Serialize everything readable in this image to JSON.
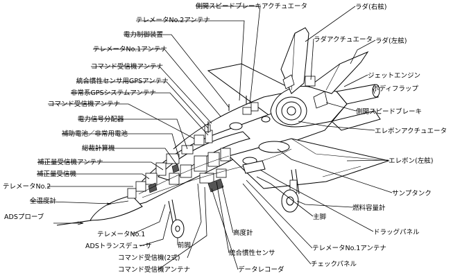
{
  "labels": [
    {
      "id": "side-speed-brake-actuator",
      "text": "側開スピードブレーキアクチュエータ"
    },
    {
      "id": "telemeter-no2-antenna",
      "text": "テレメータNo.2アンテナ"
    },
    {
      "id": "rudder-right",
      "text": "ラダ(右舷)"
    },
    {
      "id": "power-control-unit",
      "text": "電力制御装置"
    },
    {
      "id": "rudder-actuator",
      "text": "ラダアクチュエータ"
    },
    {
      "id": "rudder-left",
      "text": "ラダ(左舷)"
    },
    {
      "id": "telemeter-no1-antenna-top",
      "text": "テレメータNo.1アンテナ"
    },
    {
      "id": "command-receiver-antenna-1",
      "text": "コマンド受信機アンテナ"
    },
    {
      "id": "jet-engine",
      "text": "ジェットエンジン"
    },
    {
      "id": "ins-gps-antenna",
      "text": "統合慣性センサ用GPSアンテナ"
    },
    {
      "id": "body-flap",
      "text": "ボディフラップ"
    },
    {
      "id": "emergency-gps-antenna",
      "text": "非常系GPSシステムアンテナ"
    },
    {
      "id": "command-receiver-antenna-2",
      "text": "コマンド受信機アンテナ"
    },
    {
      "id": "side-speed-brake",
      "text": "側開スピードブレーキ"
    },
    {
      "id": "power-signal-distributor",
      "text": "電力信号分配器"
    },
    {
      "id": "elevon-actuator",
      "text": "エレボンアクチュエータ"
    },
    {
      "id": "aux-emergency-battery",
      "text": "補助電池／非常用電池"
    },
    {
      "id": "integrated-computer",
      "text": "総裁計算機"
    },
    {
      "id": "elevon-left",
      "text": "エレボン(左舷)"
    },
    {
      "id": "correction-receiver-antenna",
      "text": "補正量受信機アンテナ"
    },
    {
      "id": "correction-receiver",
      "text": "補正量受信機"
    },
    {
      "id": "sump-tank",
      "text": "サンプタンク"
    },
    {
      "id": "telemeter-no2",
      "text": "テレメータNo.2"
    },
    {
      "id": "total-temp-gauge",
      "text": "全温度計"
    },
    {
      "id": "fuel-gauge",
      "text": "燃料容量計"
    },
    {
      "id": "main-gear",
      "text": "主脚"
    },
    {
      "id": "ads-probe",
      "text": "ADSプローブ"
    },
    {
      "id": "drag-panel",
      "text": "ドラッグパネル"
    },
    {
      "id": "altimeter",
      "text": "高度計"
    },
    {
      "id": "telemeter-no1",
      "text": "テレメータNo.1"
    },
    {
      "id": "ads-transducer",
      "text": "ADSトランスデューサ"
    },
    {
      "id": "ins",
      "text": "統合慣性センサ"
    },
    {
      "id": "telemeter-no1-antenna-bottom",
      "text": "テレメータNo.1アンテナ"
    },
    {
      "id": "nose-gear",
      "text": "前脚"
    },
    {
      "id": "command-receiver-dual",
      "text": "コマンド受信機(2式)"
    },
    {
      "id": "check-panel",
      "text": "チェックパネル"
    },
    {
      "id": "command-receiver-antenna-3",
      "text": "コマンド受信機アンテナ"
    },
    {
      "id": "data-recorder",
      "text": "データレコーダ"
    }
  ]
}
